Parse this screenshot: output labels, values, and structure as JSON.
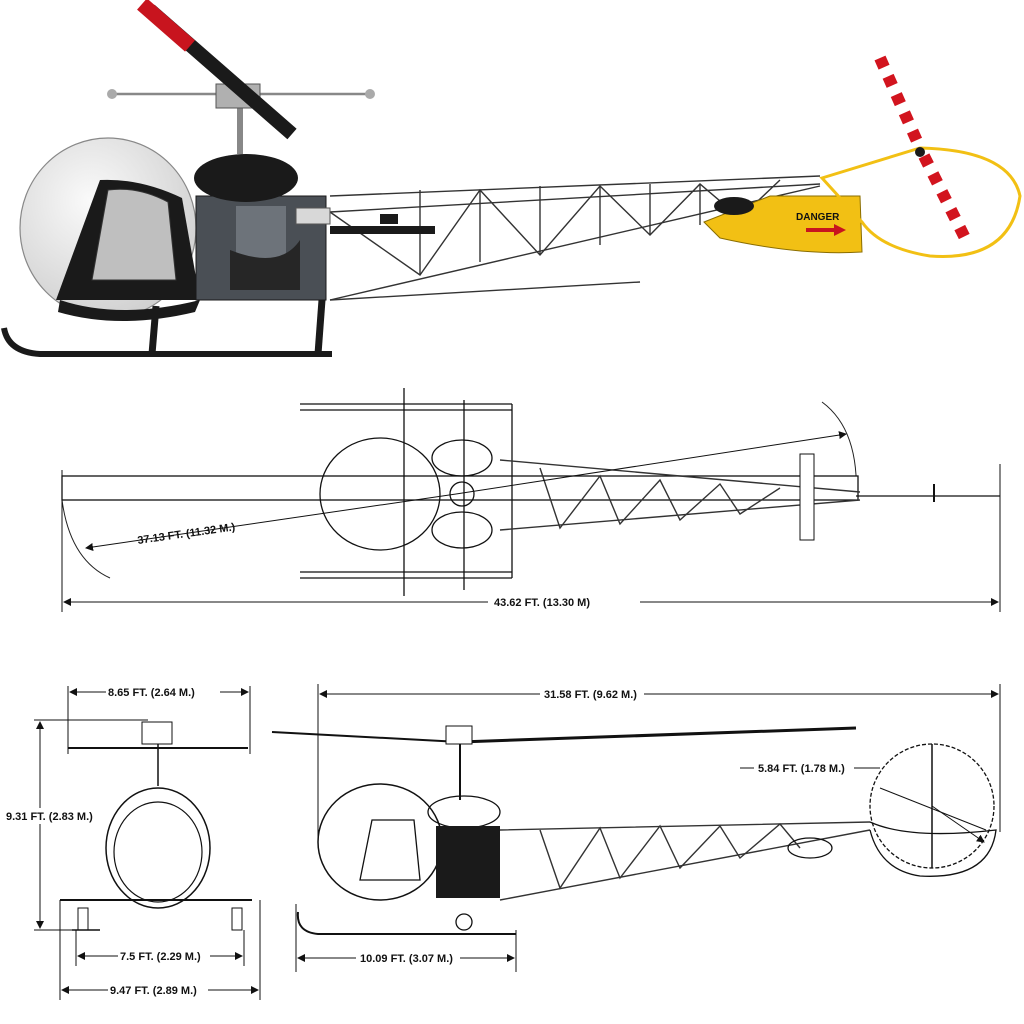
{
  "colors": {
    "rotor_tip": "#c8141e",
    "tail_yellow": "#f2c014",
    "bubble": "#e6e6e6",
    "body_black": "#1a1a1a",
    "tail_stripe_red": "#d2141e",
    "tail_stripe_white": "#ffffff"
  },
  "labels": {
    "danger": "DANGER"
  },
  "dimensions": {
    "rotor_radius": "37.13 FT. (11.32 M.)",
    "overall_length": "43.62 FT. (13.30 M)",
    "stabilizer_span": "8.65 FT. (2.64 M.)",
    "overall_height": "9.31 FT. (2.83 M.)",
    "skid_track": "7.5 FT. (2.29 M.)",
    "skid_width": "9.47 FT. (2.89 M.)",
    "fuselage_length": "31.58 FT. (9.62 M.)",
    "tail_rotor_diameter": "5.84 FT. (1.78 M.)",
    "skid_length": "10.09 FT. (3.07 M.)"
  }
}
